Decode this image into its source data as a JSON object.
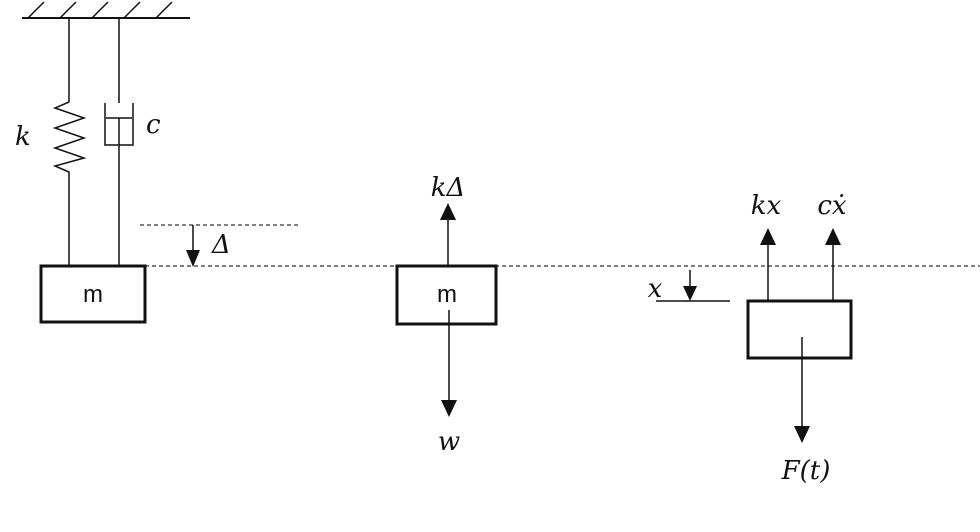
{
  "left_system": {
    "spring_label": "k",
    "damper_label": "c",
    "displacement_label": "Δ",
    "mass_label": "m"
  },
  "middle_fbd": {
    "mass_label": "m",
    "up_force_label": "kΔ",
    "down_force_label": "w"
  },
  "right_fbd": {
    "displacement_label": "x",
    "spring_force_label": "kx",
    "damper_force_label": "cẋ",
    "applied_force_label": "F(t)"
  }
}
